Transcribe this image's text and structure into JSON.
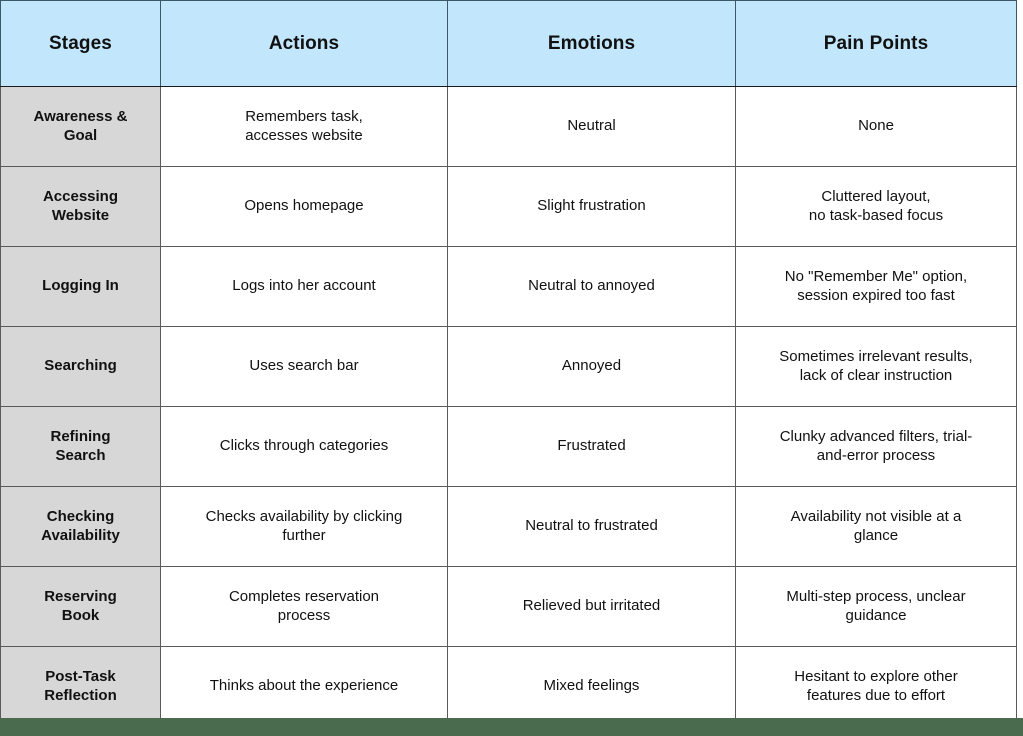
{
  "table": {
    "headers": [
      {
        "label": "Stages"
      },
      {
        "label": "Actions"
      },
      {
        "label": "Emotions"
      },
      {
        "label": "Pain Points"
      }
    ],
    "rows": [
      {
        "stage": "Awareness &\nGoal",
        "stage_lines": [
          "Awareness &",
          "Goal"
        ],
        "actions": "Remembers task,\naccesses website",
        "actions_lines": [
          "Remembers task,",
          "accesses website"
        ],
        "emotions": "Neutral",
        "emotions_lines": [
          "Neutral"
        ],
        "pain": "None",
        "pain_lines": [
          "None"
        ]
      },
      {
        "stage": "Accessing\nWebsite",
        "stage_lines": [
          "Accessing",
          "Website"
        ],
        "actions": "Opens homepage",
        "actions_lines": [
          "Opens homepage"
        ],
        "emotions": "Slight frustration",
        "emotions_lines": [
          "Slight frustration"
        ],
        "pain": "Cluttered layout,\nno task-based focus",
        "pain_lines": [
          "Cluttered layout,",
          "no task-based focus"
        ]
      },
      {
        "stage": "Logging In",
        "stage_lines": [
          "Logging In"
        ],
        "actions": "Logs into her account",
        "actions_lines": [
          "Logs into her account"
        ],
        "emotions": "Neutral to annoyed",
        "emotions_lines": [
          "Neutral to annoyed"
        ],
        "pain": "No \"Remember Me\" option,\nsession expired too fast",
        "pain_lines": [
          "No \"Remember Me\" option,",
          "session expired too fast"
        ]
      },
      {
        "stage": "Searching",
        "stage_lines": [
          "Searching"
        ],
        "actions": "Uses search bar",
        "actions_lines": [
          "Uses search bar"
        ],
        "emotions": "Annoyed",
        "emotions_lines": [
          "Annoyed"
        ],
        "pain": "Sometimes irrelevant results,\nlack of clear instruction",
        "pain_lines": [
          "Sometimes irrelevant results,",
          "lack of clear instruction"
        ]
      },
      {
        "stage": "Refining\nSearch",
        "stage_lines": [
          "Refining",
          "Search"
        ],
        "actions": "Clicks through categories",
        "actions_lines": [
          "Clicks through categories"
        ],
        "emotions": "Frustrated",
        "emotions_lines": [
          "Frustrated"
        ],
        "pain": "Clunky advanced filters, trial-and-error process",
        "pain_lines": [
          "Clunky advanced filters, trial-",
          "and-error process"
        ]
      },
      {
        "stage": "Checking\nAvailability",
        "stage_lines": [
          "Checking",
          "Availability"
        ],
        "actions": "Checks availability by clicking further",
        "actions_lines": [
          "Checks availability by clicking",
          "further"
        ],
        "emotions": "Neutral to frustrated",
        "emotions_lines": [
          "Neutral to frustrated"
        ],
        "pain": "Availability not visible at a glance",
        "pain_lines": [
          "Availability not visible at a",
          "glance"
        ]
      },
      {
        "stage": "Reserving\nBook",
        "stage_lines": [
          "Reserving",
          "Book"
        ],
        "actions": "Completes reservation process",
        "actions_lines": [
          "Completes reservation",
          "process"
        ],
        "emotions": "Relieved but irritated",
        "emotions_lines": [
          "Relieved but irritated"
        ],
        "pain": "Multi-step process, unclear guidance",
        "pain_lines": [
          "Multi-step process, unclear",
          "guidance"
        ]
      },
      {
        "stage": "Post-Task\nReflection",
        "stage_lines": [
          "Post-Task",
          "Reflection"
        ],
        "actions": "Thinks about the experience",
        "actions_lines": [
          "Thinks about the experience"
        ],
        "emotions": "Mixed feelings",
        "emotions_lines": [
          "Mixed feelings"
        ],
        "pain": "Hesitant to explore other features due to effort",
        "pain_lines": [
          "Hesitant to explore other",
          "features due to effort"
        ]
      }
    ]
  },
  "colors": {
    "header_background": "#c2e6fb",
    "stage_background": "#d7d7d7",
    "cell_background": "#ffffff",
    "grid_line": "#5a5a5a",
    "outer_border": "#1b1b1b",
    "text": "#111111",
    "bottom_band": "#4b6b4f"
  }
}
